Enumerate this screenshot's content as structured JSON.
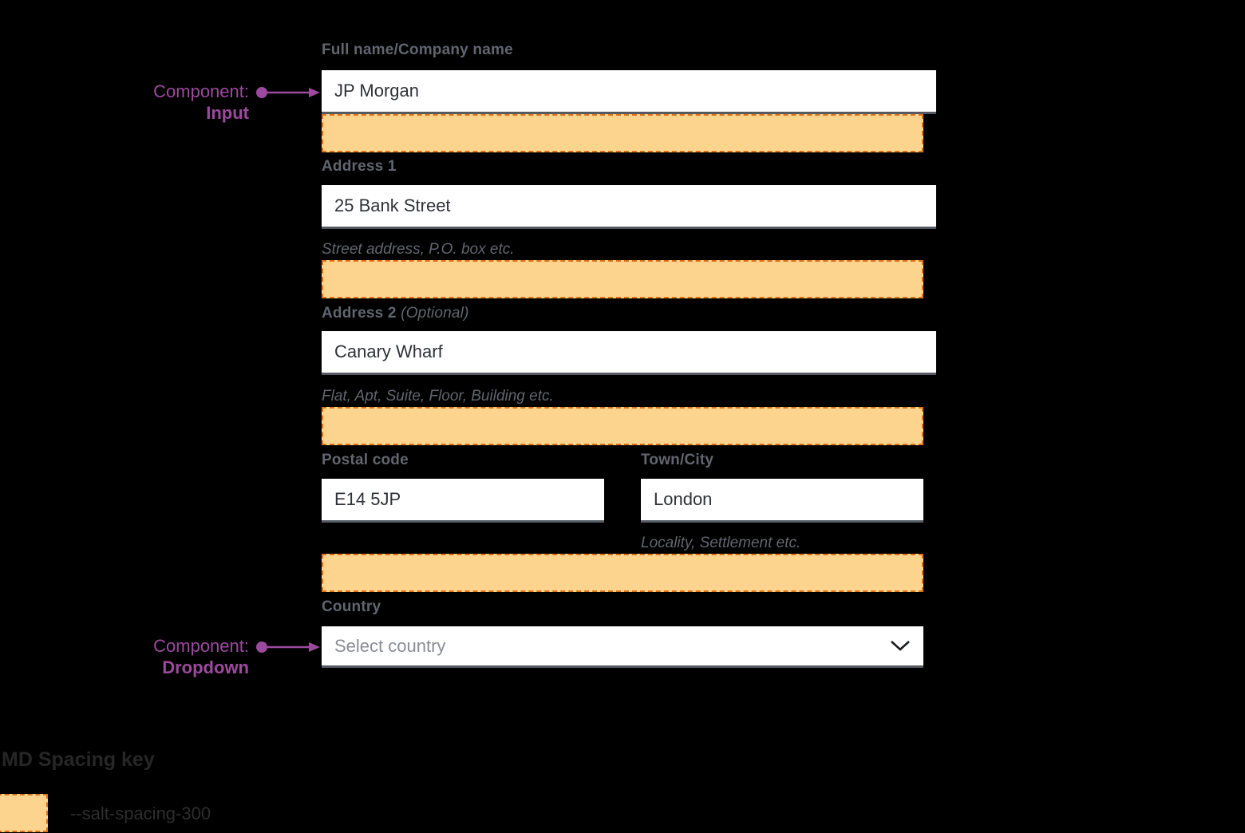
{
  "colors": {
    "background": "#000000",
    "label_gray": "#61656e",
    "input_text": "#2f3237",
    "input_bottom_border": "#555a62",
    "spacing_fill": "#fcd48e",
    "spacing_dash_orange": "#dc7118",
    "annotation_purple": "#9c4a9e",
    "placeholder_gray": "#8a8d95"
  },
  "annotations": {
    "input": {
      "prefix": "Component:",
      "component": "Input"
    },
    "dropdown": {
      "prefix": "Component:",
      "component": "Dropdown"
    }
  },
  "form": {
    "full_name": {
      "label": "Full name/Company name",
      "value": "JP Morgan"
    },
    "address1": {
      "label": "Address 1",
      "value": "25 Bank Street",
      "helper": "Street address, P.O. box etc."
    },
    "address2": {
      "label": "Address 2",
      "label_suffix": "(Optional)",
      "value": "Canary Wharf",
      "helper": "Flat, Apt, Suite, Floor, Building etc."
    },
    "postal_code": {
      "label": "Postal code",
      "value": "E14 5JP"
    },
    "town_city": {
      "label": "Town/City",
      "value": "London",
      "helper": "Locality, Settlement etc."
    },
    "country": {
      "label": "Country",
      "placeholder": "Select country"
    }
  },
  "spacing_key": {
    "heading": "MD Spacing key",
    "token": "--salt-spacing-300"
  },
  "icons": {
    "dropdown_chevron": "chevron-down"
  }
}
